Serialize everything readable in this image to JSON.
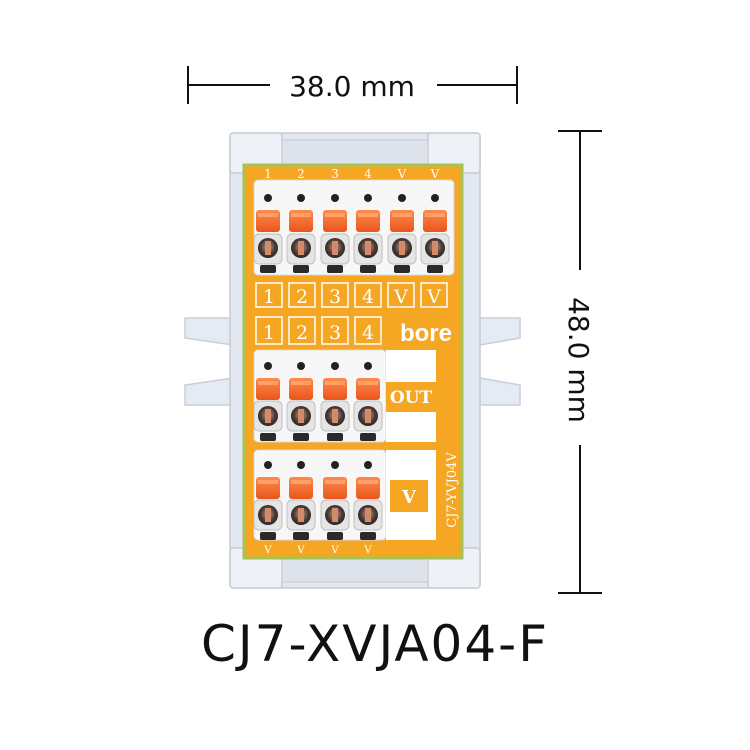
{
  "dimensions": {
    "width_label": "38.0 mm",
    "height_label": "48.0 mm"
  },
  "product": {
    "model": "CJ7-XVJA04-F",
    "brand_mark": "bore",
    "board_code": "CJ7-YVJ04V"
  },
  "top_block": {
    "pin_labels": [
      "1",
      "2",
      "3",
      "4",
      "V",
      "V"
    ],
    "box_labels": [
      "1",
      "2",
      "3",
      "4",
      "V",
      "V"
    ]
  },
  "out_block": {
    "number_labels": [
      "1",
      "2",
      "3",
      "4"
    ],
    "tag": "OUT"
  },
  "v_block": {
    "tag": "V",
    "pin_labels": [
      "V",
      "V",
      "V",
      "V"
    ]
  },
  "colors": {
    "board": "#f5a623",
    "rail": "#e3e8f0",
    "connector_body": "#f7f7f7",
    "lever": "#f26a2e",
    "text": "#111111"
  }
}
